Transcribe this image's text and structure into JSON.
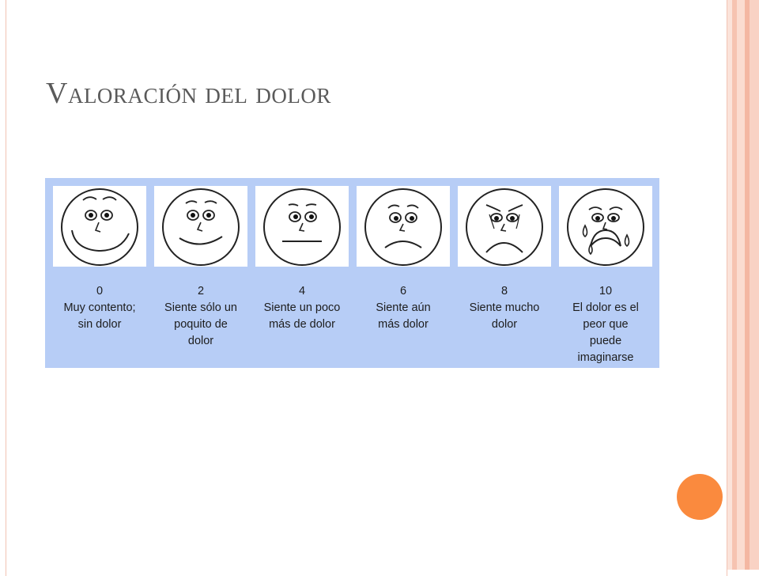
{
  "slide": {
    "title": "Valoración del dolor",
    "accent_color": "#fa8a3e",
    "frame_color": "#f2c3b4",
    "scale_background": "#b7cdf6"
  },
  "pain_scale": [
    {
      "score": "0",
      "face": "very-happy-face-icon",
      "lines": [
        "Muy contento;",
        "sin dolor"
      ]
    },
    {
      "score": "2",
      "face": "happy-face-icon",
      "lines": [
        "Siente sólo un",
        "poquito de",
        "dolor"
      ]
    },
    {
      "score": "4",
      "face": "neutral-face-icon",
      "lines": [
        "Siente un poco",
        "más de dolor"
      ]
    },
    {
      "score": "6",
      "face": "sad-face-icon",
      "lines": [
        "Siente aún",
        "más dolor"
      ]
    },
    {
      "score": "8",
      "face": "very-sad-face-icon",
      "lines": [
        "Siente mucho",
        "dolor"
      ]
    },
    {
      "score": "10",
      "face": "crying-face-icon",
      "lines": [
        "El dolor es el",
        "peor que",
        "puede",
        "imaginarse"
      ]
    }
  ]
}
